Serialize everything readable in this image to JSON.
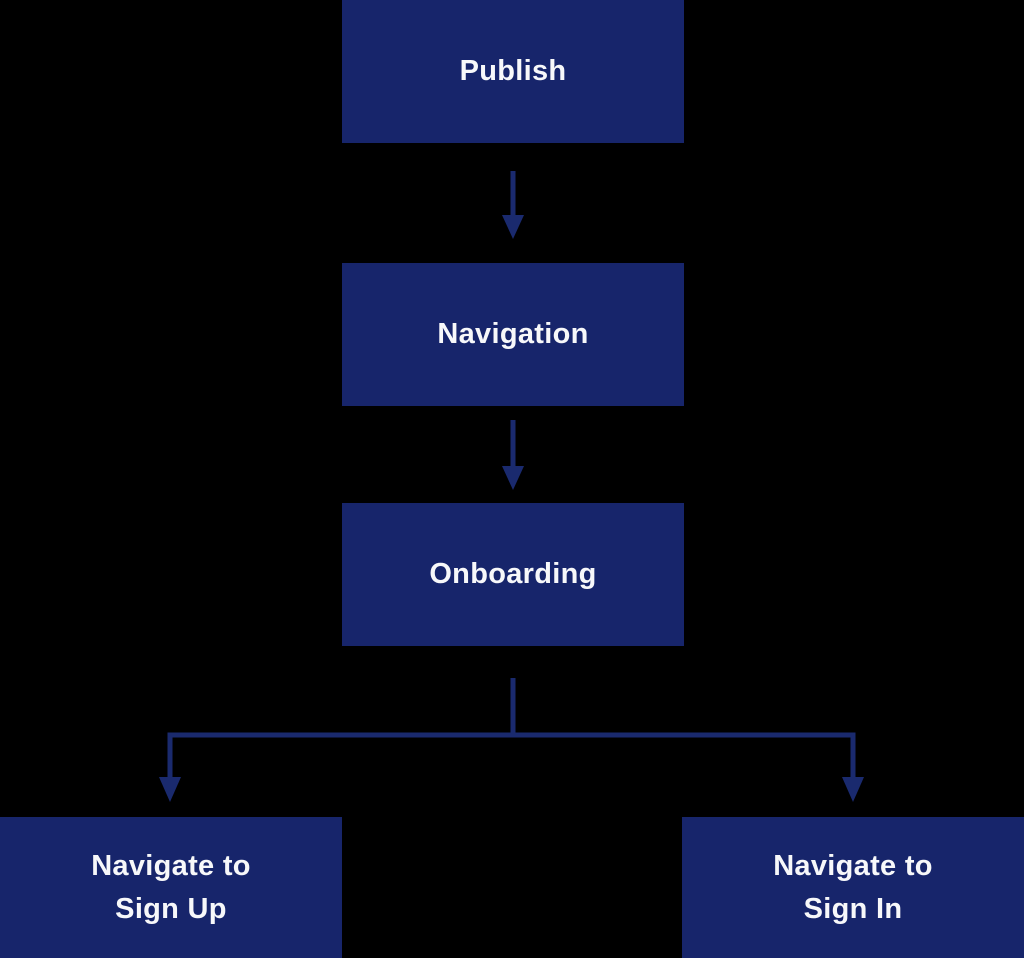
{
  "diagram": {
    "type": "flowchart",
    "background_color": "#000000",
    "colors": {
      "node_fill": "#17256b",
      "node_text": "#f7f8fa",
      "connector": "#1a2a6e"
    },
    "nodes": {
      "publish": {
        "label": "Publish"
      },
      "navigation": {
        "label": "Navigation"
      },
      "onboarding": {
        "label": "Onboarding"
      },
      "sign_up": {
        "label": "Navigate to\nSign Up"
      },
      "sign_in": {
        "label": "Navigate to\nSign In"
      }
    },
    "edges": [
      {
        "from": "Publish",
        "to": "Navigation"
      },
      {
        "from": "Navigation",
        "to": "Onboarding"
      },
      {
        "from": "Onboarding",
        "to": "Navigate to Sign Up"
      },
      {
        "from": "Onboarding",
        "to": "Navigate to Sign In"
      }
    ]
  }
}
